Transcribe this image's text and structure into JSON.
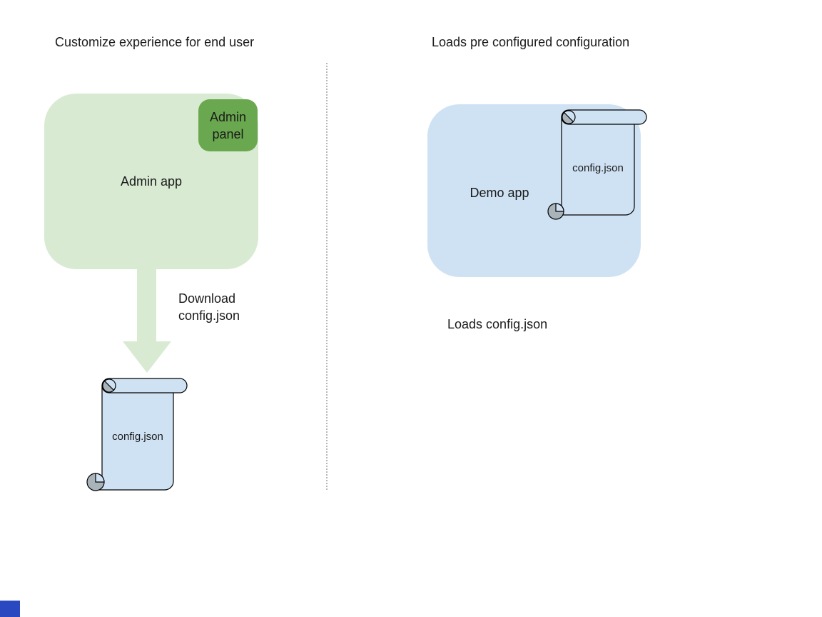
{
  "left_section": {
    "title": "Customize experience for end user",
    "admin_app": {
      "label": "Admin app",
      "panel_label": "Admin panel"
    },
    "arrow_label": "Download config.json",
    "config_file": "config.json"
  },
  "right_section": {
    "title": "Loads pre configured configuration",
    "demo_app": {
      "label": "Demo app"
    },
    "config_file": "config.json",
    "caption": "Loads config.json"
  },
  "colors": {
    "app_light_green": "#d9ead3",
    "panel_green": "#6aa84f",
    "app_light_blue": "#cfe2f3",
    "scroll_fill_blue": "#cfe2f3",
    "curl_gray": "#a9b3ba",
    "outline_black": "#000000",
    "divider_gray": "#b7b7b7",
    "corner_blue": "#2a49c0",
    "text": "#1a1a1a"
  }
}
